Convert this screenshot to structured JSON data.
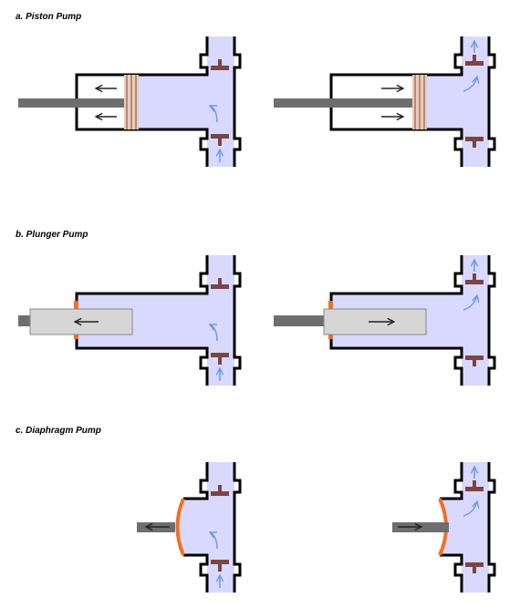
{
  "sections": {
    "piston": {
      "title": "a. Piston Pump"
    },
    "plunger": {
      "title": "b. Plunger Pump"
    },
    "diaphragm": {
      "title": "c. Diaphragm Pump"
    }
  },
  "colors": {
    "fluid": "#d9d9ff",
    "wall": "#000000",
    "rod": "#6e6e6e",
    "plunger_body": "#d6d6d6",
    "valve": "#7a4545",
    "flow_arrow": "#6a9be8",
    "seal": "#f07020",
    "piston_ring": "#b07050"
  }
}
